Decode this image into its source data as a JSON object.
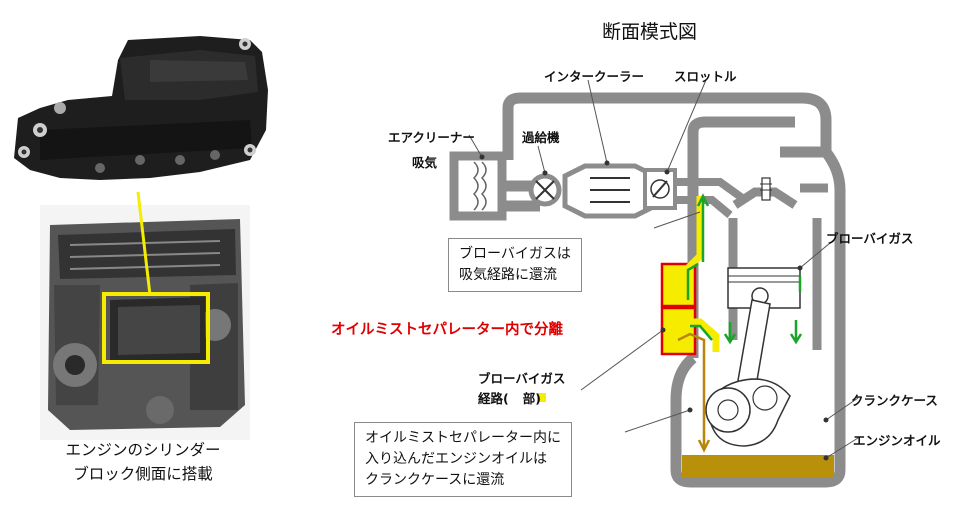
{
  "left": {
    "caption_line1": "エンジンのシリンダー",
    "caption_line2": "ブロック側面に搭載"
  },
  "diagram": {
    "title": "断面模式図",
    "labels": {
      "intercooler": "インタークーラー",
      "throttle": "スロットル",
      "air_cleaner": "エアクリーナー",
      "turbo": "過給機",
      "intake": "吸気",
      "blowby_gas": "ブローバイガス",
      "separation": "オイルミストセパレーター内で分離",
      "blowby_path_line1": "ブローバイガス",
      "blowby_path_line2_pre": "経路(",
      "blowby_path_line2_post": "部)",
      "crankcase": "クランクケース",
      "engine_oil": "エンジンオイル"
    },
    "callout_top": {
      "line1": "ブローバイガスは",
      "line2": "吸気経路に還流"
    },
    "callout_bottom": {
      "line1": "オイルミストセパレーター内に",
      "line2": "入り込んだエンジンオイルは",
      "line3": "クランクケースに還流"
    },
    "colors": {
      "highlight": "#f5ec00",
      "separator_border": "#e00000",
      "gas_flow": "#1aa52a",
      "oil_flow": "#b8860b",
      "engine_oil": "#b8900a",
      "engine_wall": "#8c8c8c"
    }
  }
}
